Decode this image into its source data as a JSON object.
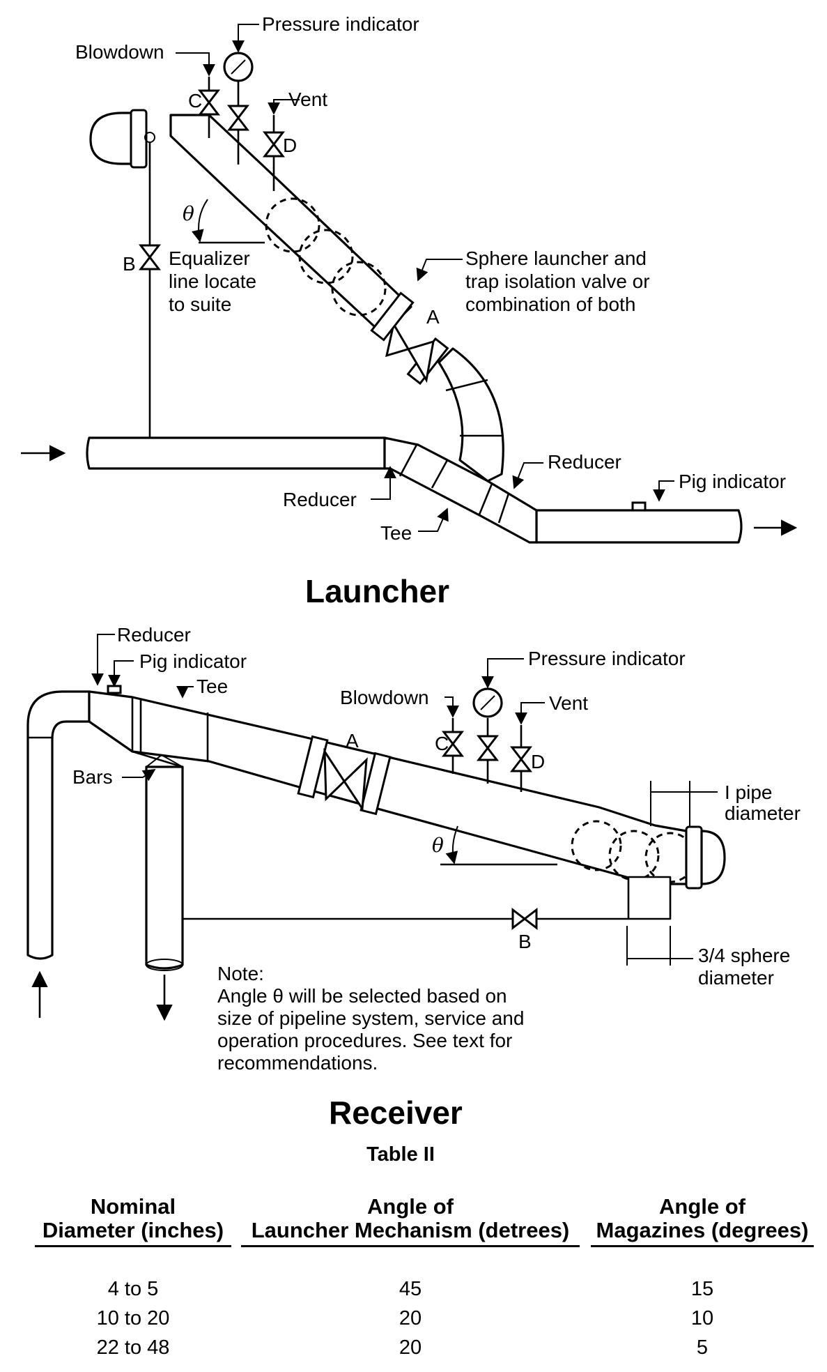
{
  "launcher": {
    "title": "Launcher",
    "labels": {
      "blowdown": "Blowdown",
      "pressure_indicator": "Pressure indicator",
      "vent": "Vent",
      "valve_c": "C",
      "valve_d": "D",
      "valve_b": "B",
      "valve_a": "A",
      "theta": "θ",
      "equalizer_line": [
        "Equalizer",
        "line locate",
        "to suite"
      ],
      "sphere_launcher": [
        "Sphere launcher and",
        "trap isolation valve or",
        "combination of both"
      ],
      "reducer_right": "Reducer",
      "reducer_left": "Reducer",
      "pig_indicator": "Pig indicator",
      "tee": "Tee"
    }
  },
  "receiver": {
    "title": "Receiver",
    "labels": {
      "reducer": "Reducer",
      "pig_indicator": "Pig indicator",
      "tee": "Tee",
      "bars": "Bars",
      "valve_a": "A",
      "blowdown": "Blowdown",
      "pressure_indicator": "Pressure indicator",
      "vent": "Vent",
      "valve_c": "C",
      "valve_d": "D",
      "valve_b": "B",
      "theta": "θ",
      "pipe_diameter": [
        "I pipe",
        "diameter"
      ],
      "sphere_diameter": [
        "3/4 sphere",
        "diameter"
      ]
    },
    "note": [
      "Note:",
      "Angle θ will be selected based on",
      "size of pipeline system, service and",
      "operation procedures. See text for",
      "recommendations."
    ]
  },
  "table": {
    "title": "Table II",
    "headers": [
      [
        "Nominal",
        "Diameter (inches)"
      ],
      [
        "Angle of",
        "Launcher Mechanism (detrees)"
      ],
      [
        "Angle of",
        "Magazines (degrees)"
      ]
    ],
    "rows": [
      [
        "4 to 5",
        "45",
        "15"
      ],
      [
        "10 to 20",
        "20",
        "10"
      ],
      [
        "22 to 48",
        "20",
        "5"
      ]
    ]
  }
}
